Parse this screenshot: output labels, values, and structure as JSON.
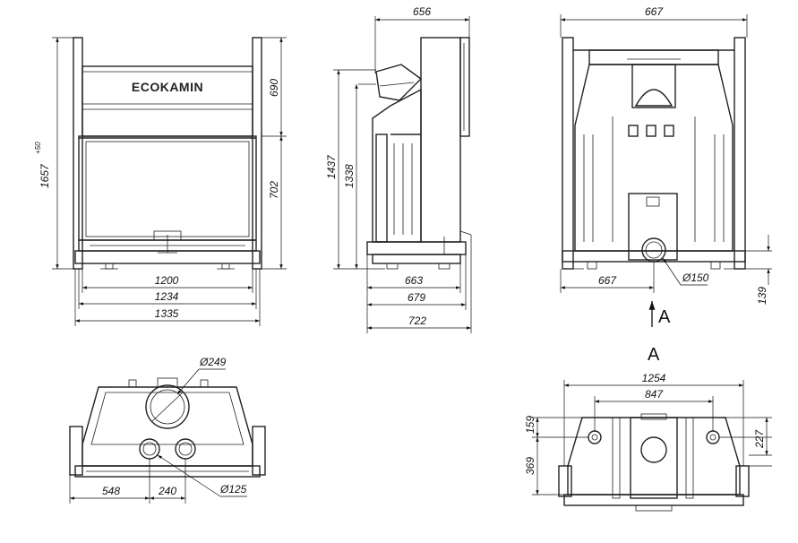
{
  "brand": "ECOKAMIN",
  "front_view": {
    "width_1200": "1200",
    "width_1234": "1234",
    "width_1335": "1335",
    "height_total": "1657",
    "height_total_tol": "+50",
    "height_upper": "690",
    "height_lower": "702"
  },
  "side_view": {
    "depth_656": "656",
    "height_1437": "1437",
    "height_1338": "1338",
    "depth_663": "663",
    "depth_679": "679",
    "depth_722": "722"
  },
  "rear_view": {
    "width_top": "667",
    "width_bottom": "667",
    "outlet_diameter": "Ø150",
    "height_139": "139",
    "view_label": "A"
  },
  "top_view": {
    "flue_diameter": "Ø249",
    "inlet_diameter": "Ø125",
    "offset_548": "548",
    "spacing_240": "240"
  },
  "view_a": {
    "title": "A",
    "width_1254": "1254",
    "width_847": "847",
    "height_159": "159",
    "height_227": "227",
    "height_369": "369"
  }
}
